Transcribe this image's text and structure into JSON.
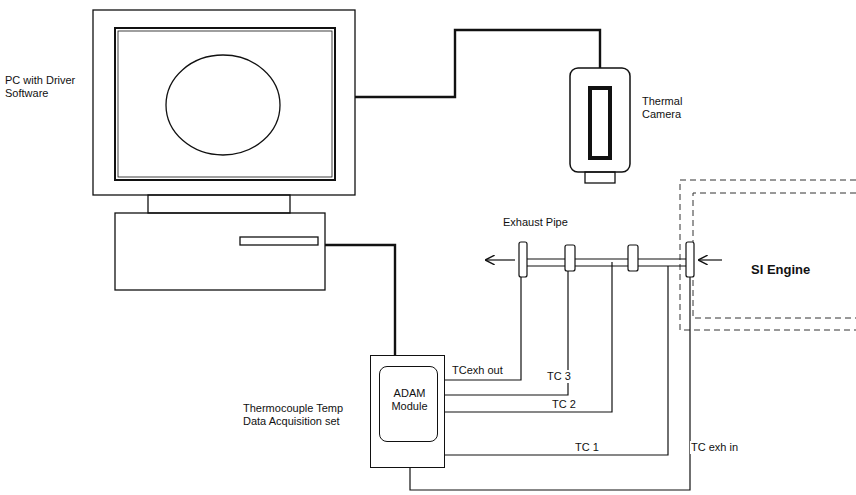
{
  "diagram": {
    "nodes": [
      {
        "text": [
          "PC with Driver Software"
        ]
      },
      {
        "text": [
          "Thermal Camera"
        ]
      },
      {
        "text": [
          "Thermocouple Temp Data Acquisition set"
        ]
      },
      {
        "text": [
          "ADAM Module"
        ],
        "in": 2
      }
    ],
    "edges": [
      {
        "from": 0,
        "to": 1,
        "arrow": "none"
      },
      {
        "from": 0,
        "to": 2,
        "arrow": "none"
      }
    ],
    "labels": [
      "Exhaust Pipe",
      "SI Engine",
      "TCexh out",
      "TC 3",
      "TC 2",
      "TC 1",
      "TC exh in"
    ]
  }
}
